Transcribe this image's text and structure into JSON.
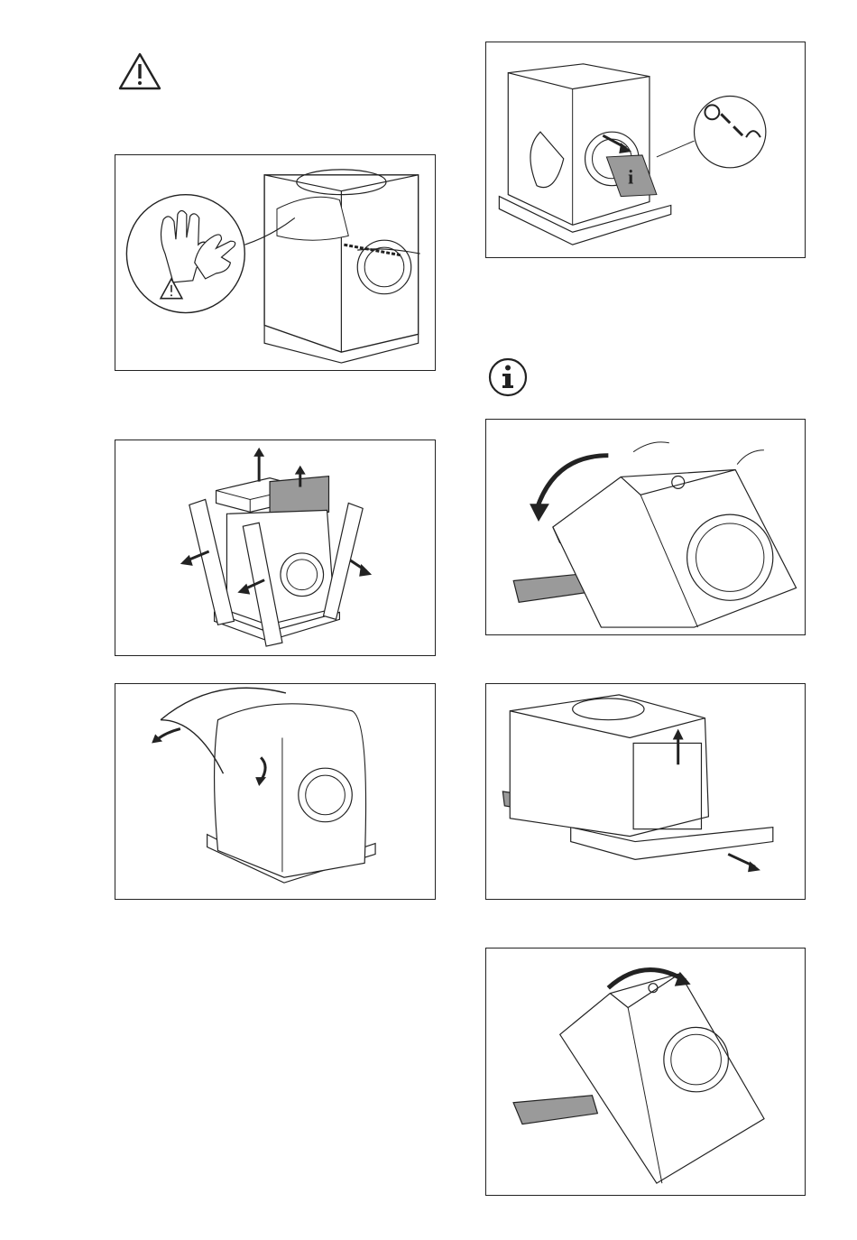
{
  "page": {
    "warning_icon": "warning-triangle-icon",
    "info_icon": "info-circle-icon"
  },
  "panels": [
    {
      "id": "gloves-remove-film",
      "icon": "gloves-icon"
    },
    {
      "id": "remove-polystyrene-corners"
    },
    {
      "id": "remove-plastic-bag"
    },
    {
      "id": "remove-accessory-bag",
      "icon": "info-icon"
    },
    {
      "id": "tilt-machine-back"
    },
    {
      "id": "remove-base-polystyrene"
    },
    {
      "id": "tilt-machine-forward"
    }
  ],
  "colors": {
    "line": "#222222",
    "shade": "#9a9a9a",
    "dark": "#555555"
  }
}
